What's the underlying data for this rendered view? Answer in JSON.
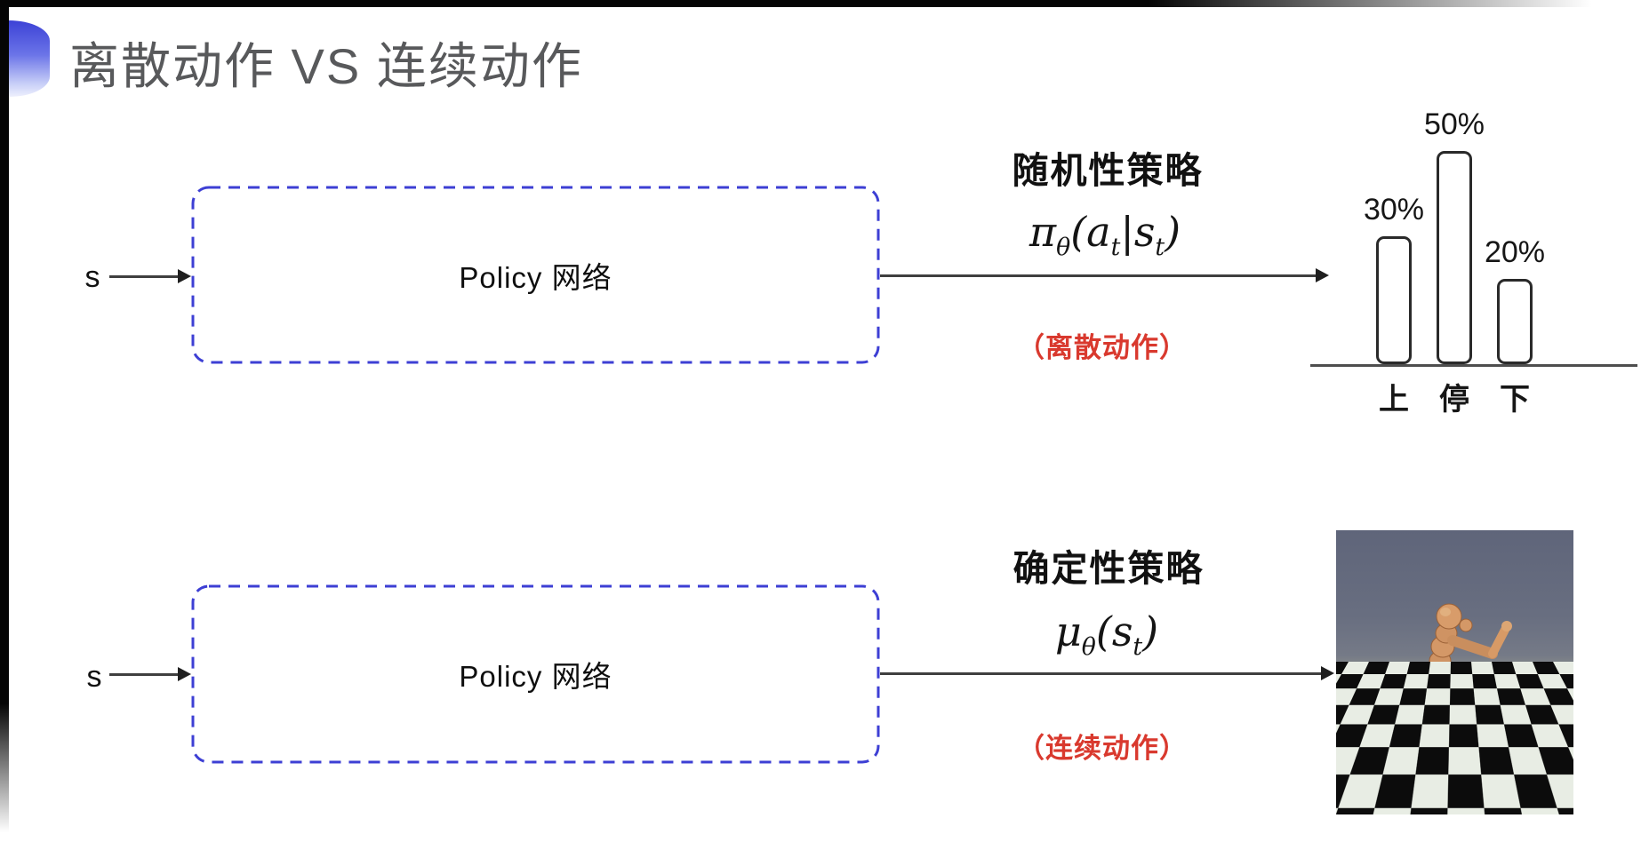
{
  "title": {
    "text": "离散动作 VS 连续动作"
  },
  "rows": [
    {
      "input_label": "s",
      "box_label": "Policy 网络",
      "policy_type": "随机性策略",
      "formula": [
        {
          "t": "π",
          "sub": "θ"
        },
        {
          "t": "("
        },
        {
          "t": "a",
          "sub": "t"
        },
        {
          "t": "|"
        },
        {
          "t": "s",
          "sub": "t"
        },
        {
          "t": ")"
        }
      ],
      "action_note": "（离散动作）"
    },
    {
      "input_label": "s",
      "box_label": "Policy 网络",
      "policy_type": "确定性策略",
      "formula": [
        {
          "t": "μ",
          "sub": "θ"
        },
        {
          "t": "("
        },
        {
          "t": "s",
          "sub": "t"
        },
        {
          "t": ")"
        }
      ],
      "action_note": "（连续动作）"
    }
  ],
  "chart_data": {
    "type": "bar",
    "categories": [
      "上",
      "停",
      "下"
    ],
    "values": [
      30,
      50,
      20
    ],
    "labels": [
      "30%",
      "50%",
      "20%"
    ],
    "title": "",
    "xlabel": "",
    "ylabel": "",
    "ylim": [
      0,
      60
    ],
    "grid": false,
    "legend": false
  },
  "robot_image": {
    "alt": "MuJoCo humanoid robot running on a black-and-white checkered floor"
  },
  "colors": {
    "box_dash_blue": "#3d3fd4",
    "note_red": "#d9392e",
    "title_gray": "#58595b",
    "bullet_blue": "#4245d8",
    "line_dark": "#3f3f3f"
  }
}
